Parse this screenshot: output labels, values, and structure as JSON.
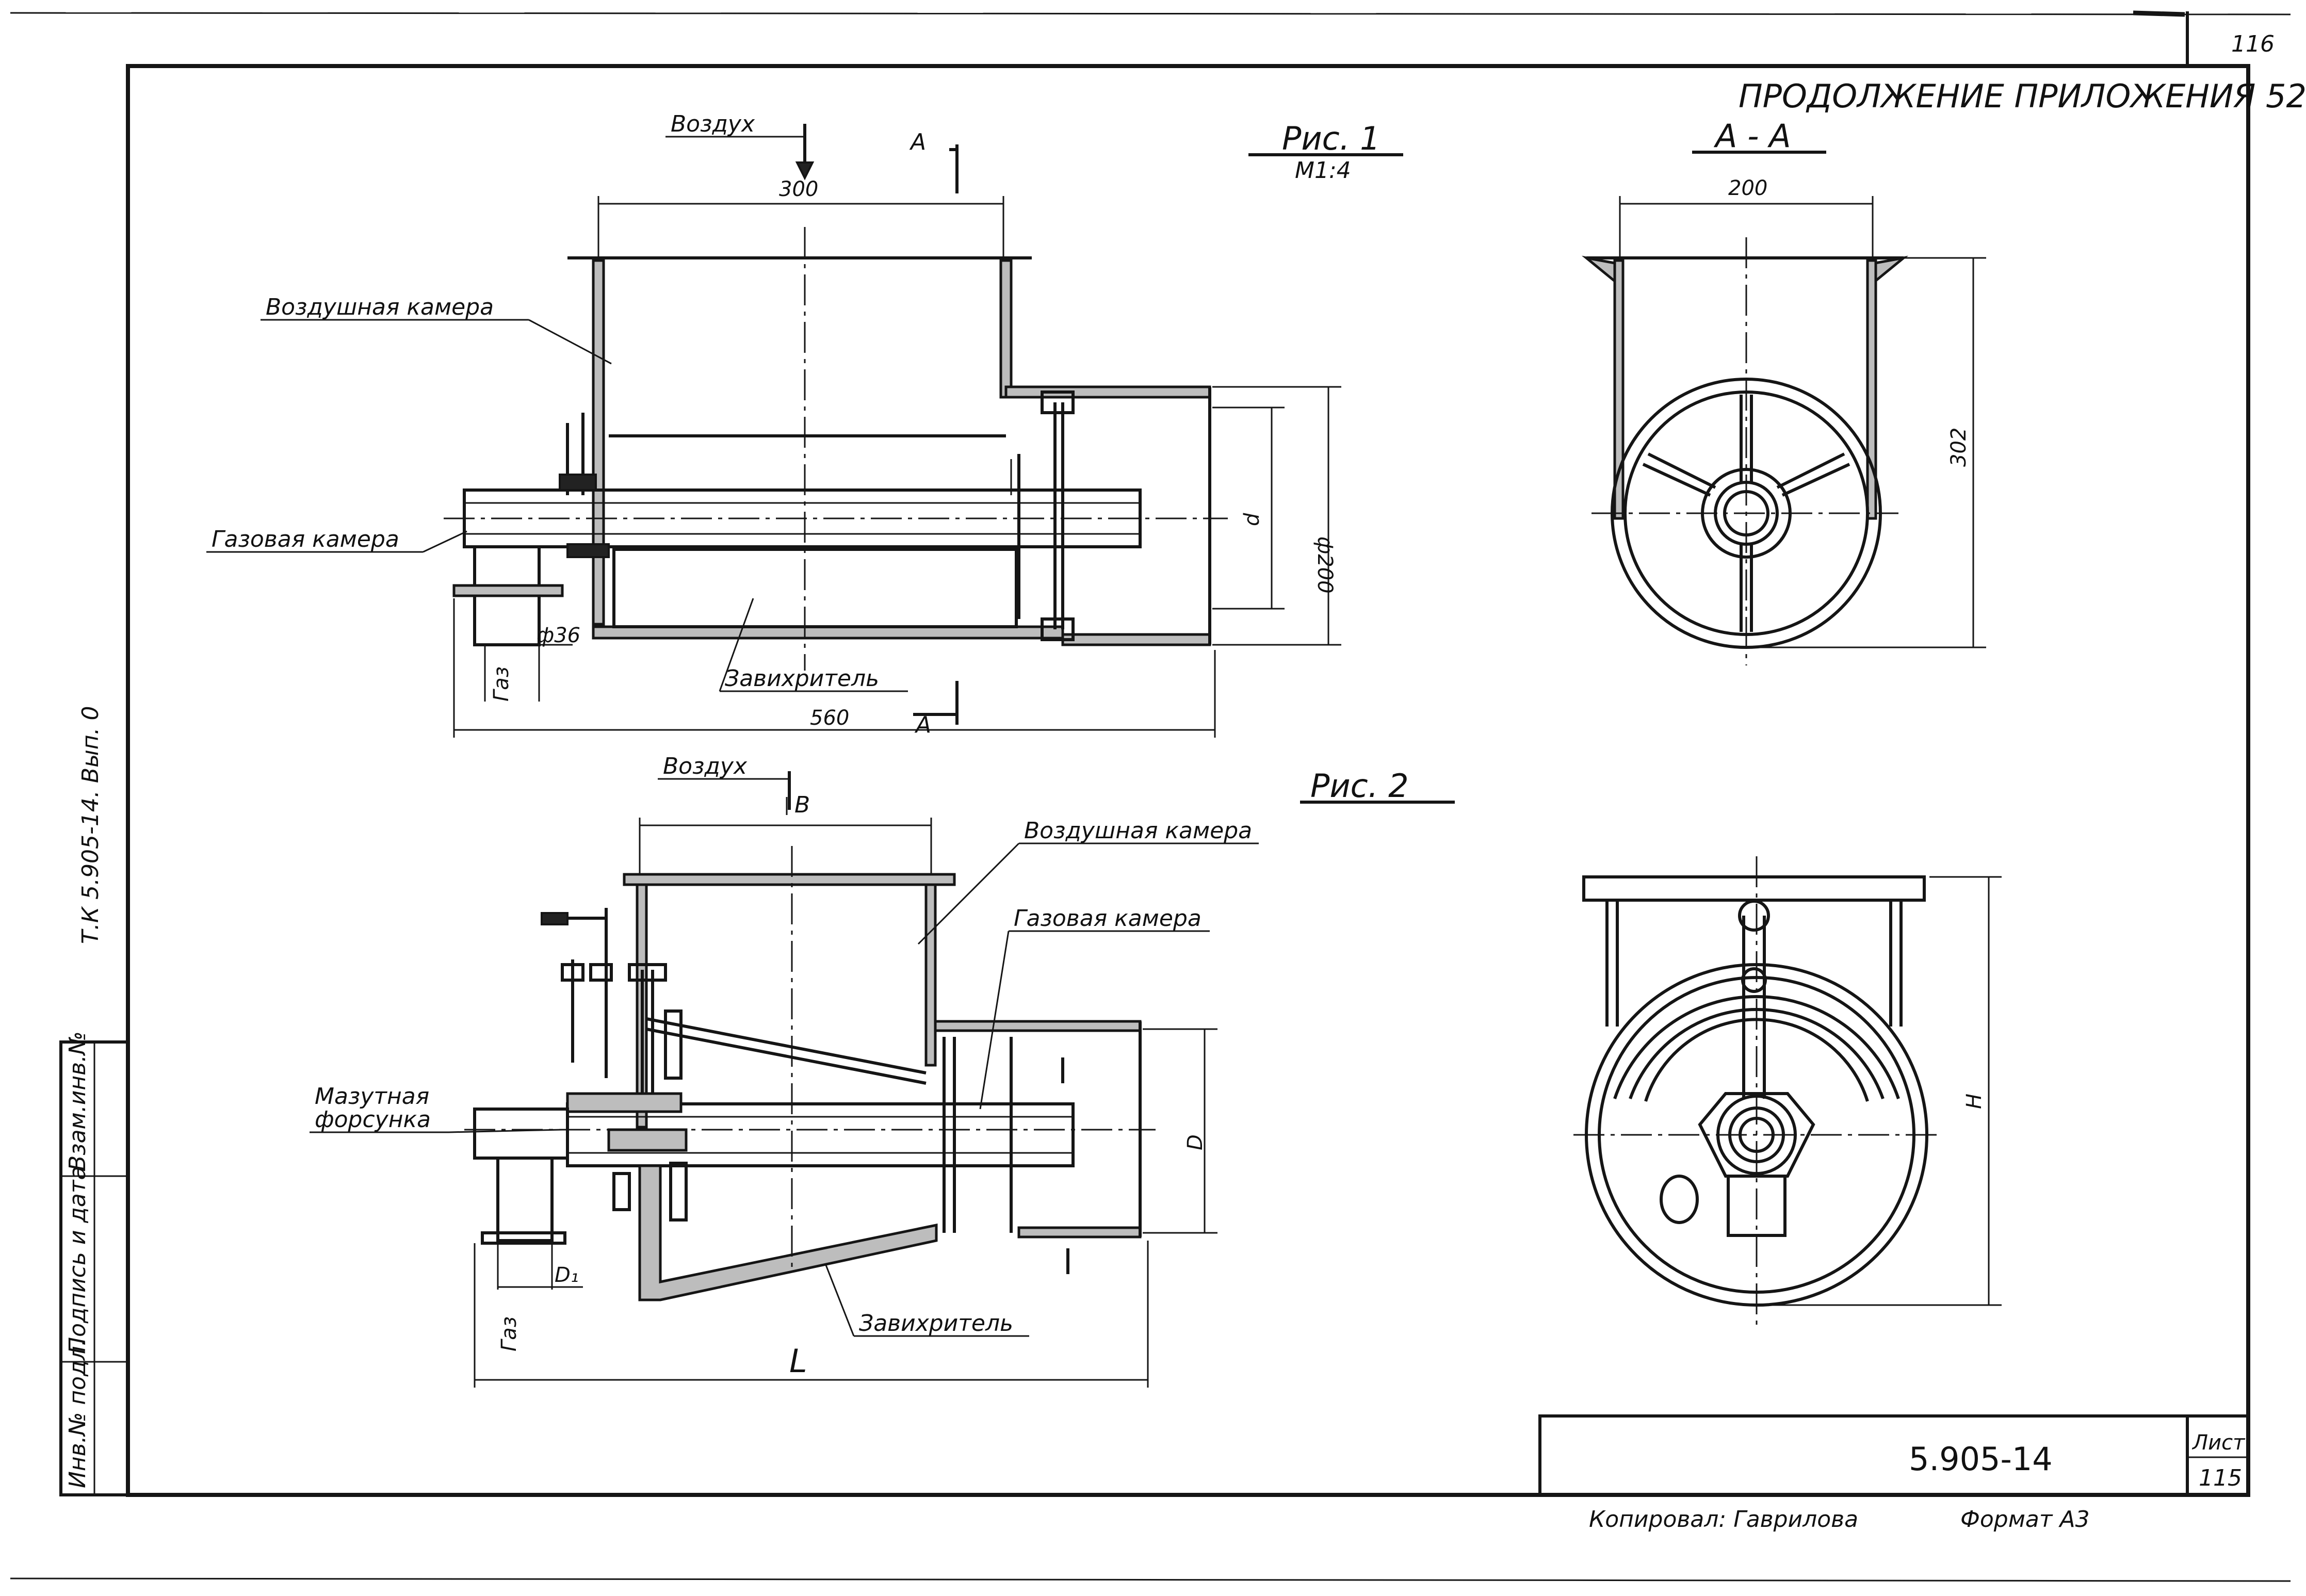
{
  "header": {
    "page_corner_number": "116",
    "continuation_title": "ПРОДОЛЖЕНИЕ ПРИЛОЖЕНИЯ 52"
  },
  "fig1": {
    "title": "Рис. 1",
    "scale": "М1:4",
    "air_label": "Воздух",
    "section_mark": "А",
    "air_chamber_label": "Воздушная камера",
    "gas_chamber_label": "Газовая камера",
    "swirler_label": "Завихритель",
    "dim_300": "300",
    "dim_560": "560",
    "dim_d": "d",
    "dim_phi200": "ф200",
    "dim_phi36": "ф36",
    "dim_gaz": "Газ"
  },
  "section_aa": {
    "title": "А - А",
    "dim_200": "200",
    "dim_302": "302"
  },
  "fig2": {
    "title": "Рис. 2",
    "air_label": "Воздух",
    "mark_b": "В",
    "air_chamber_label": "Воздушная камера",
    "gas_chamber_label": "Газовая камера",
    "oil_burner_label_1": "Мазутная",
    "oil_burner_label_2": "форсунка",
    "swirler_label": "Завихритель",
    "dim_D": "D",
    "dim_D1": "D₁",
    "dim_L": "L",
    "dim_H": "Н",
    "dim_gaz": "Газ"
  },
  "side_margin": {
    "doc_ref": "Т.К 5.905-14. Вып. 0",
    "stamp_cells": [
      "Инв.№ подл.",
      "Подпись и дата",
      "Взам.инв.№"
    ]
  },
  "title_block": {
    "doc_number": "5.905-14",
    "sheet_label": "Лист",
    "sheet_number": "115"
  },
  "footer": {
    "copied_by": "Копировал: Гаврилова",
    "format": "Формат А3"
  }
}
